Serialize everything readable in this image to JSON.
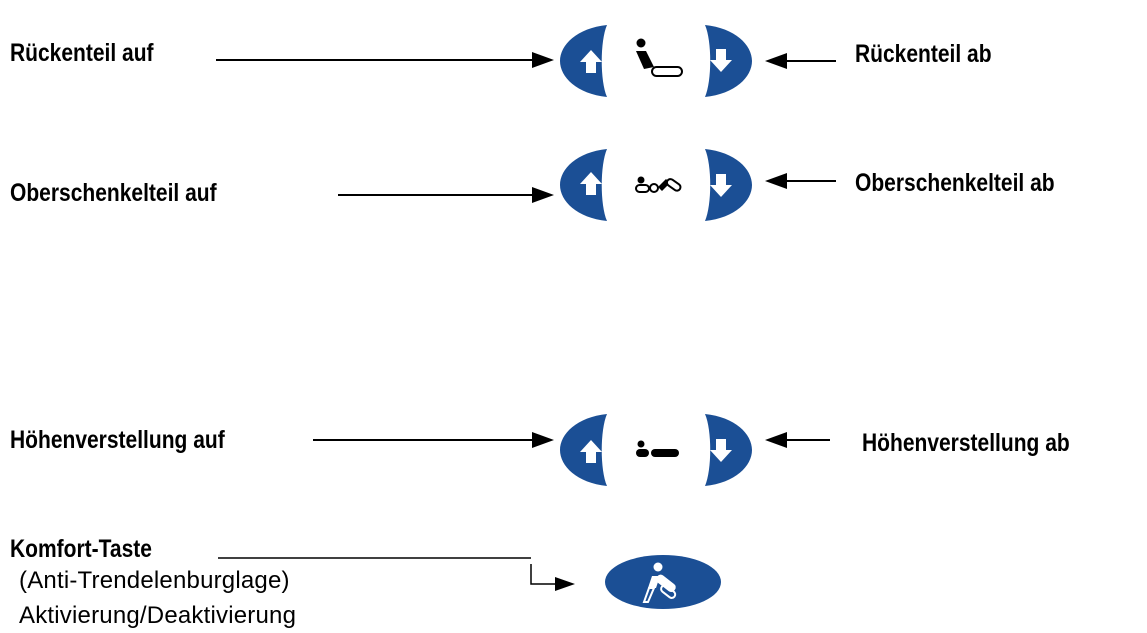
{
  "rows": [
    {
      "left_label": "Rückenteil auf",
      "right_label": "Rückenteil ab",
      "icon": "backrest-icon"
    },
    {
      "left_label": "Oberschenkelteil auf",
      "right_label": "Oberschenkelteil ab",
      "icon": "thigh-section-icon"
    },
    {
      "left_label": "Höhenverstellung auf",
      "right_label": "Höhenverstellung ab",
      "icon": "height-adjust-icon"
    }
  ],
  "comfort": {
    "title": "Komfort-Taste",
    "line2": "(Anti-Trendelenburglage)",
    "line3": "Aktivierung/Deaktivierung",
    "icon": "anti-trendelenburg-icon"
  },
  "colors": {
    "button": "#1b4f95",
    "symbol": "#000000",
    "arrow": "#ffffff"
  }
}
